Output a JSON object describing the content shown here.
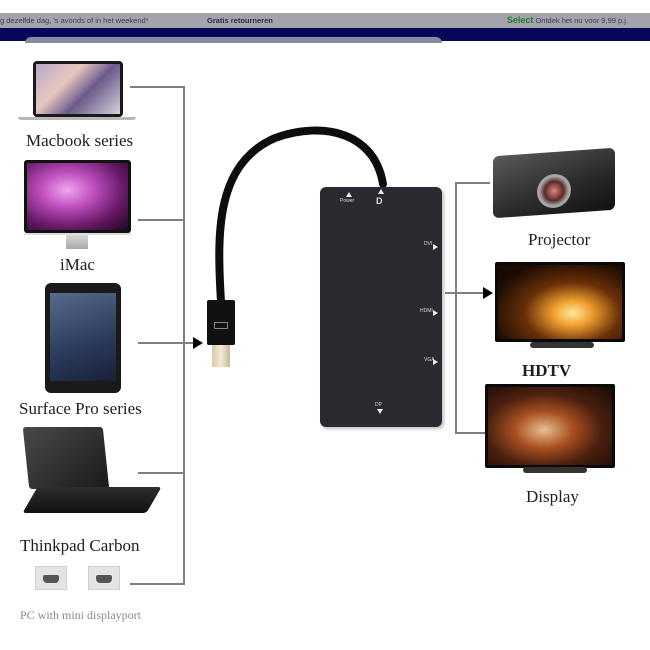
{
  "browser": {
    "promo_left": "g dezelfde dag, 's avonds of in het weekend*",
    "promo_return": "Gratis retourneren",
    "promo_select_brand": "Select",
    "promo_select_text": "Ontdek het nu voor 9,99 p.j.",
    "colors": {
      "promo_bg": "#a3a3ab",
      "nav_bg": "#06065a",
      "select_green": "#1f7a2f"
    }
  },
  "diagram": {
    "sources": [
      {
        "label": "Macbook series",
        "icon": "macbook-icon"
      },
      {
        "label": "iMac",
        "icon": "imac-icon"
      },
      {
        "label": "Surface Pro series",
        "icon": "tablet-icon"
      },
      {
        "label": "Thinkpad  Carbon",
        "icon": "laptop-icon"
      }
    ],
    "ports_caption": "PC with mini displayport",
    "hub": {
      "top_labels": [
        "Power",
        "D"
      ],
      "side_labels": [
        "DVI",
        "HDMI",
        "VGA"
      ],
      "bottom_label": "DP"
    },
    "outputs": [
      {
        "label": "Projector",
        "icon": "projector-icon"
      },
      {
        "label": "HDTV",
        "icon": "hdtv-icon"
      },
      {
        "label": "Display",
        "icon": "display-icon"
      }
    ]
  }
}
